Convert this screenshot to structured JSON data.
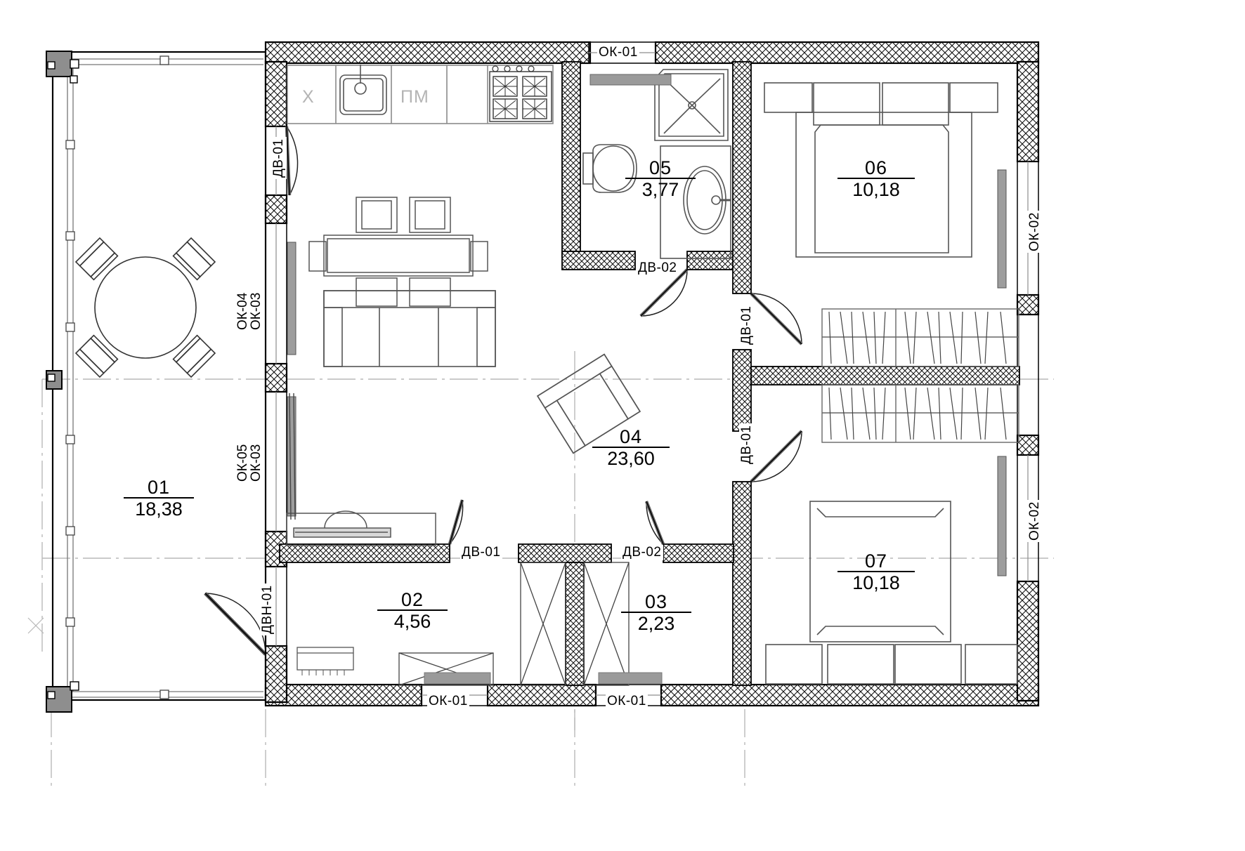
{
  "drawing": {
    "type": "architectural-floor-plan",
    "units": "m2",
    "line_color": "#000000",
    "wall_hatch_color": "#1a1a1a",
    "glass_color": "#9a9a9a",
    "furniture_color": "#333333",
    "appliance_text_color": "#b4b4b4"
  },
  "rooms": [
    {
      "number": "01",
      "area": "18,38",
      "name": "terrace"
    },
    {
      "number": "02",
      "area": "4,56",
      "name": "utility-room"
    },
    {
      "number": "03",
      "area": "2,23",
      "name": "storage"
    },
    {
      "number": "04",
      "area": "23,60",
      "name": "living-kitchen"
    },
    {
      "number": "05",
      "area": "3,77",
      "name": "bathroom"
    },
    {
      "number": "06",
      "area": "10,18",
      "name": "bedroom-north"
    },
    {
      "number": "07",
      "area": "10,18",
      "name": "bedroom-south"
    }
  ],
  "appliances": [
    {
      "code": "Х",
      "name": "refrigerator"
    },
    {
      "code": "ПМ",
      "name": "dishwasher"
    }
  ],
  "windows": [
    {
      "label": "ОК-01",
      "position": "top-center"
    },
    {
      "label": "ОК-01",
      "position": "bottom-left"
    },
    {
      "label": "ОК-01",
      "position": "bottom-center"
    },
    {
      "label": "ОК-02",
      "position": "right-upper"
    },
    {
      "label": "ОК-02",
      "position": "right-lower"
    },
    {
      "label": "ОК-04",
      "position": "left-upper-outer"
    },
    {
      "label": "ОК-03",
      "position": "left-upper-inner"
    },
    {
      "label": "ОК-05",
      "position": "left-lower-outer"
    },
    {
      "label": "ОК-03",
      "position": "left-lower-inner"
    }
  ],
  "doors": [
    {
      "label": "ДВ-01",
      "position": "left-kitchen"
    },
    {
      "label": "ДВ-02",
      "position": "bathroom-05"
    },
    {
      "label": "ДВ-01",
      "position": "bedroom-06"
    },
    {
      "label": "ДВ-01",
      "position": "bedroom-07"
    },
    {
      "label": "ДВ-01",
      "position": "room-02"
    },
    {
      "label": "ДВ-02",
      "position": "room-03"
    },
    {
      "label": "ДВН-01",
      "position": "terrace-entrance"
    }
  ],
  "labels": {
    "ok01_top": "ОК-01",
    "ok01_bottom_left": "ОК-01",
    "ok01_bottom_center": "ОК-01",
    "ok02_upper": "ОК-02",
    "ok02_lower": "ОК-02",
    "ok04": "ОК-04",
    "ok03_upper": "ОК-03",
    "ok05": "ОК-05",
    "ok03_lower": "ОК-03",
    "dv01_left": "ДВ-01",
    "dv02_bath": "ДВ-02",
    "dv01_bed06": "ДВ-01",
    "dv01_bed07": "ДВ-01",
    "dv01_r02": "ДВ-01",
    "dv02_r03": "ДВ-02",
    "dvn01": "ДВН-01"
  }
}
